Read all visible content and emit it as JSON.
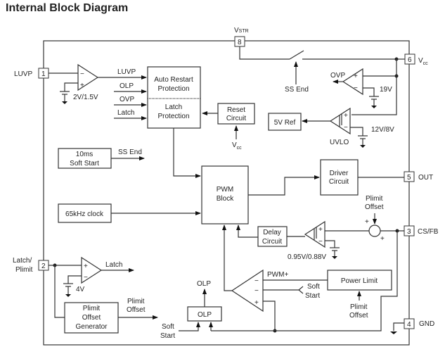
{
  "title": "Internal Block Diagram",
  "pins": {
    "p1": {
      "number": "1",
      "label": "LUVP"
    },
    "p2": {
      "number": "2",
      "label_line1": "Latch/",
      "label_line2": "Plimit"
    },
    "p3": {
      "number": "3",
      "label": "CS/FB"
    },
    "p4": {
      "number": "4",
      "label": "GND"
    },
    "p5": {
      "number": "5",
      "label": "OUT"
    },
    "p6": {
      "number": "6",
      "label_main": "V",
      "label_sub": "cc"
    },
    "p8": {
      "number": "8",
      "label_main": "V",
      "label_sub": "STR"
    }
  },
  "blocks": {
    "auto_restart": {
      "line1": "Auto Restart",
      "line2": "Protection"
    },
    "latch_protection": {
      "line1": "Latch",
      "line2": "Protection"
    },
    "reset_circuit": {
      "line1": "Reset",
      "line2": "Circuit"
    },
    "vref": {
      "line1": "5V Ref"
    },
    "soft_start": {
      "line1": "10ms",
      "line2": "Soft Start"
    },
    "clock": {
      "line1": "65kHz clock"
    },
    "pwm_block": {
      "line1": "PWM",
      "line2": "Block"
    },
    "driver": {
      "line1": "Driver",
      "line2": "Circuit"
    },
    "delay": {
      "line1": "Delay",
      "line2": "Circuit"
    },
    "power_limit": {
      "line1": "Power Limit"
    },
    "olp": {
      "line1": "OLP"
    },
    "plimit_gen": {
      "line1": "Plimit",
      "line2": "Offset",
      "line3": "Generator"
    }
  },
  "signals": {
    "luvp": "LUVP",
    "olp": "OLP",
    "ovp": "OVP",
    "latch": "Latch",
    "ss_end": "SS End",
    "vcc_main": "V",
    "vcc_sub": "cc",
    "plimit": "Plimit",
    "offset": "Offset",
    "soft": "Soft",
    "start": "Start",
    "pwm_plus": "PWM+",
    "uvlo": "UVLO",
    "plus": "+",
    "minus": "−"
  },
  "thresholds": {
    "luvp": "2V/1.5V",
    "ovp": "19V",
    "uvlo": "12V/8V",
    "cs": "0.95V/0.88V",
    "latch": "4V"
  }
}
